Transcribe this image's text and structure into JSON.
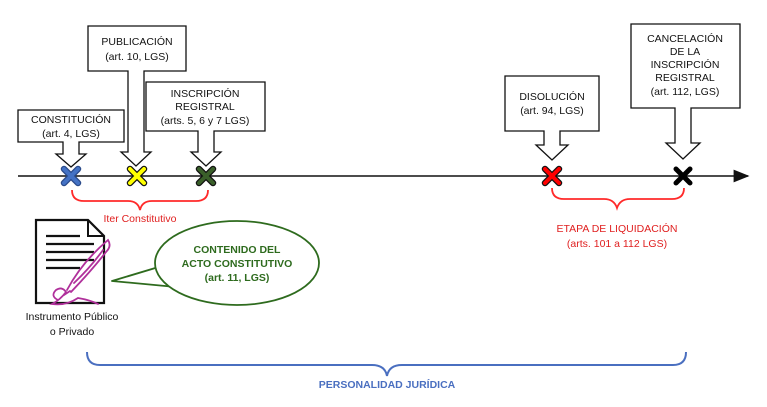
{
  "colors": {
    "constitucion_marker": "#4472c4",
    "publicacion_marker": "#ffff00",
    "inscripcion_marker": "#3a5f2a",
    "disolucion_marker": "#ff0000",
    "cancelacion_marker": "#000000",
    "bracket_red": "#ff2a2a",
    "bracket_blue": "#4a6fc0",
    "callout_green": "#2e6b1e",
    "pen_purple": "#b0309b"
  },
  "events": {
    "constitucion": [
      "CONSTITUCIÓN",
      "(art. 4, LGS)"
    ],
    "publicacion": [
      "PUBLICACIÓN",
      "(art. 10, LGS)"
    ],
    "inscripcion": [
      "INSCRIPCIÓN",
      "REGISTRAL",
      "(arts. 5, 6 y 7 LGS)"
    ],
    "disolucion": [
      "DISOLUCIÓN",
      "(art. 94, LGS)"
    ],
    "cancelacion": [
      "CANCELACIÓN",
      "DE LA",
      "INSCRIPCIÓN",
      "REGISTRAL",
      "(art. 112, LGS)"
    ]
  },
  "iter_constitutivo": "Iter Constitutivo",
  "etapa_liquidacion": [
    "ETAPA DE LIQUIDACIÓN",
    "(arts. 101 a 112 LGS)"
  ],
  "contenido": [
    "CONTENIDO DEL",
    "ACTO CONSTITUTIVO",
    "(art. 11, LGS)"
  ],
  "instrumento": [
    "Instrumento Público",
    "o Privado"
  ],
  "personalidad": "PERSONALIDAD JURÍDICA"
}
